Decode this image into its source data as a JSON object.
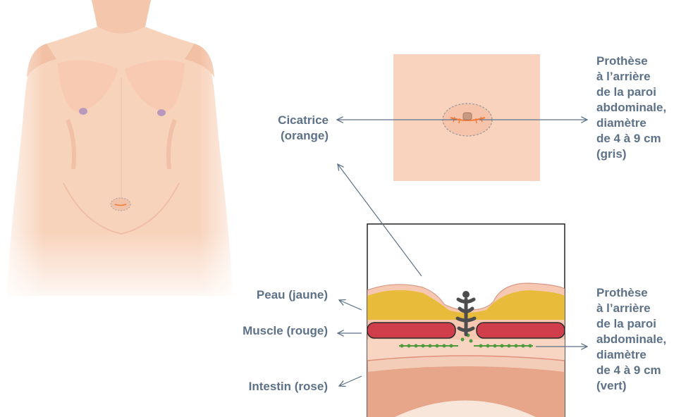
{
  "labels": {
    "scar": "Cicatrice\n(orange)",
    "prosthesis_top": "Prothèse\nà l’arrière\nde la paroi\nabdominale,\ndiamètre\nde 4 à 9 cm\n(gris)",
    "skin": "Peau (jaune)",
    "muscle": "Muscle (rouge)",
    "intestine": "Intestin (rose)",
    "prosthesis_bottom": "Prothèse\nà l’arrière\nde la paroi\nabdominale,\ndiamètre\nde 4 à 9 cm\n(vert)"
  },
  "colors": {
    "label_text": "#5d7189",
    "arrow": "#5d7189",
    "body_skin": "#f6cdb5",
    "skin_layer": "#e9bb3a",
    "muscle_layer": "#d13e4b",
    "intestine": "#e7a58a",
    "mesh_grey": "#5a5a5a",
    "mesh_green": "#4f9a3b",
    "scar_orange": "#f07a3a"
  }
}
